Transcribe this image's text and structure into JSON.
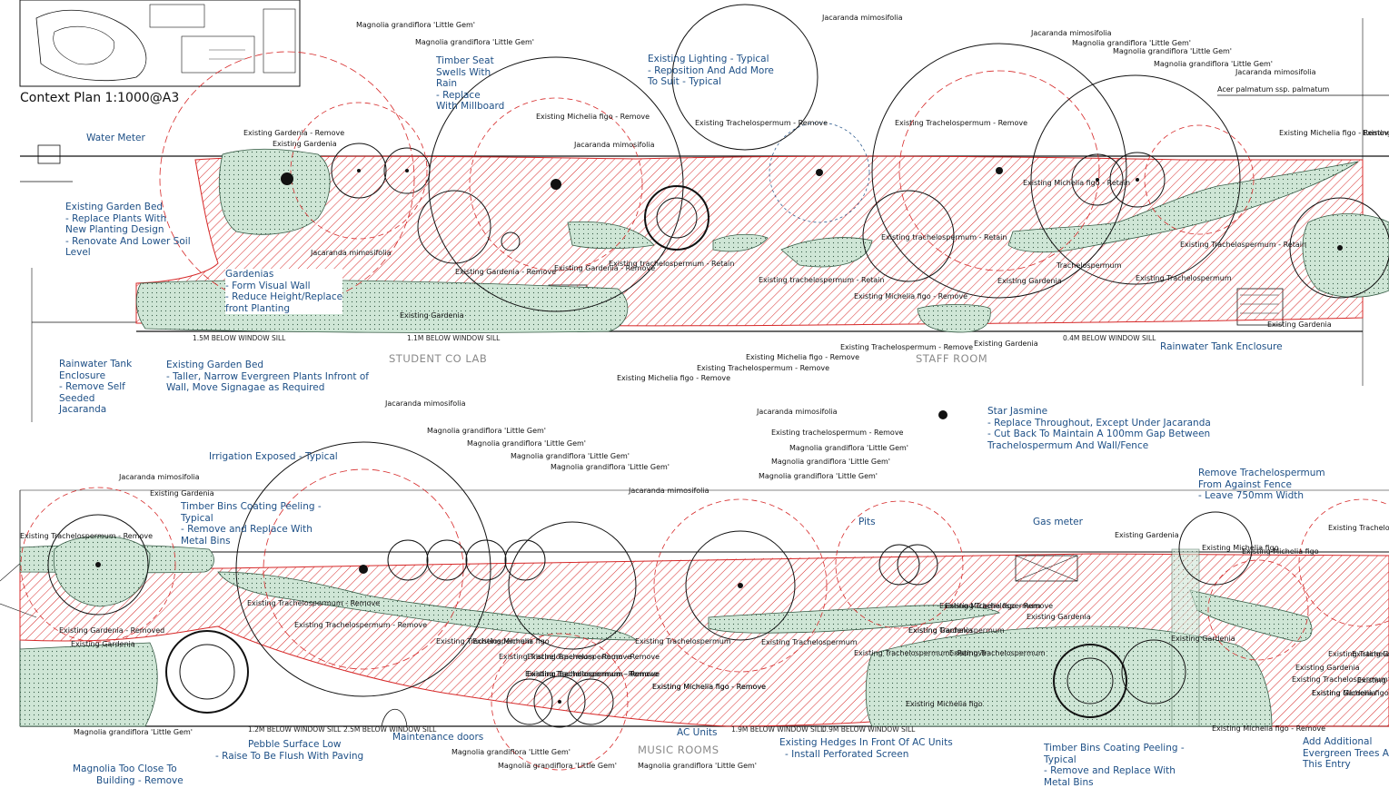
{
  "context_plan": {
    "title": "Context Plan 1:1000@A3"
  },
  "rooms": [
    "STUDENT CO LAB",
    "STAFF ROOM",
    "MUSIC ROOMS"
  ],
  "dimensions": [
    "1.5M BELOW WINDOW SILL",
    "1.1M BELOW WINDOW SILL",
    "0.4M BELOW WINDOW SILL",
    "1.2M BELOW WINDOW SILL",
    "2.5M BELOW WINDOW SILL",
    "1.9M BELOW WINDOW SILL",
    "0.9M BELOW WINDOW SILL"
  ],
  "notes": {
    "water_meter": [
      "Water Meter"
    ],
    "existing_garden_bed_1": [
      "Existing Garden Bed",
      "- Replace Plants With",
      "New Planting Design",
      "- Renovate And Lower Soil",
      "Level"
    ],
    "gardenias": [
      "Gardenias",
      "- Form Visual Wall",
      "- Reduce Height/Replace",
      "front Planting"
    ],
    "rainwater_tank_left": [
      "Rainwater Tank",
      "Enclosure",
      "- Remove Self",
      "Seeded",
      "Jacaranda"
    ],
    "existing_garden_bed_2": [
      "Existing Garden Bed",
      "- Taller, Narrow Evergreen Plants Infront of",
      "Wall, Move Signagae as Required"
    ],
    "timber_seat": [
      "Timber Seat",
      "Swells With",
      "Rain",
      "- Replace",
      "With Millboard"
    ],
    "existing_lighting": [
      "Existing Lighting - Typical",
      "- Reposition And Add More",
      "To Suit - Typical"
    ],
    "rainwater_tank_right": [
      "Rainwater Tank Enclosure"
    ],
    "star_jasmine": [
      "Star Jasmine",
      "- Replace Throughout, Except Under Jacaranda",
      "- Cut Back To Maintain A 100mm Gap Between",
      "Trachelospermum And Wall/Fence"
    ],
    "irrigation": [
      "Irrigation Exposed - Typical"
    ],
    "timber_bins_1": [
      "Timber Bins Coating Peeling -",
      "Typical",
      "- Remove and Replace With",
      "Metal Bins"
    ],
    "pits": [
      "Pits"
    ],
    "gas_meter": [
      "Gas meter"
    ],
    "remove_trachelospermum": [
      "Remove Trachelospermum",
      "From Against Fence",
      "- Leave 750mm Width"
    ],
    "magnolia_close": [
      "Magnolia Too Close To",
      "Building - Remove"
    ],
    "pebble": [
      "Pebble Surface Low",
      "- Raise To Be Flush With Paving"
    ],
    "maintenance": [
      "Maintenance doors"
    ],
    "ac_units": [
      "AC Units"
    ],
    "hedges": [
      "Existing Hedges In Front Of AC Units",
      "- Install Perforated Screen"
    ],
    "timber_bins_2": [
      "Timber Bins Coating Peeling -",
      "Typical",
      "- Remove and Replace With",
      "Metal Bins"
    ],
    "add_evergreen": [
      "Add Additional",
      "Evergreen Trees At",
      "This Entry"
    ]
  },
  "plant_labels": [
    "Magnolia grandiflora 'Little Gem'",
    "Magnolia grandiflora 'Little Gem'",
    "Jacaranda mimosifolia",
    "Jacaranda mimosifolia",
    "Magnolia grandiflora 'Little Gem'",
    "Magnolia grandiflora 'Little Gem'",
    "Magnolia grandiflora 'Little Gem'",
    "Jacaranda mimosifolia",
    "Acer palmatum ssp. palmatum",
    "Existing Gardenia - Remove",
    "Existing Gardenia",
    "Existing Michelia figo - Remove",
    "Existing Trachelospermum - Remove",
    "Existing Trachelospermum - Remove",
    "Existing Michelia figo - Remove",
    "Jacaranda mimosifolia",
    "Existing Michelia figo - Retain",
    "Existing trachelospermum - Retain",
    "Trachelospermum",
    "Existing Trachelospermum - Retain",
    "Existing Gardenia",
    "Existing Trachelospermum",
    "Existing Gardenia",
    "Jacaranda mimosifolia",
    "Existing Gardenia - Remove",
    "Existing Gardenia - Remove",
    "Existing trachelospermum - Retain",
    "Existing trachelospermum - Retain",
    "Existing Michelia figo - Remove",
    "Existing Gardenia",
    "Existing Trachelospermum - Remove",
    "Existing Michelia figo - Remove",
    "Existing Trachelospermum - Remove",
    "Existing Gardenia",
    "Existing Michelia figo - Remove",
    "Existing Gardenia",
    "Jacaranda mimosifolia",
    "Magnolia grandiflora 'Little Gem'",
    "Magnolia grandiflora 'Little Gem'",
    "Magnolia grandiflora 'Little Gem'",
    "Magnolia grandiflora 'Little Gem'",
    "Jacaranda mimosifolia",
    "Jacaranda mimosifolia",
    "Existing trachelospermum - Remove",
    "Magnolia grandiflora 'Little Gem'",
    "Magnolia grandiflora 'Little Gem'",
    "Magnolia grandiflora 'Little Gem'",
    "Jacaranda mimosifolia",
    "Existing Gardenia",
    "Existing Gardenia",
    "Existing Trachelospermum",
    "Existing Michelia figo",
    "Existing Gardenia",
    "Existing Trachelospermum - Remove",
    "Existing Trachelospermum - Remove",
    "Existing Trachelospermum - Remove",
    "Existing Gardenia - Removed",
    "Existing Gardenia",
    "Existing Trachelospermum - Remove",
    "Existing Trachelospermum",
    "Existing Trachelospermum - Remove",
    "Existing Trachelospermum - Remove",
    "Existing Michelia figo - Remove",
    "Existing Trachelospermum",
    "Existing Trachelospermum",
    "Existing Trachelospermum",
    "Existing Michelia figo",
    "Existing Trachelospermum",
    "Existing Gardenia",
    "Existing Gardenia",
    "Existing Gardenia",
    "Existing Trachelospermum",
    "Existing Trachelospermum - Remove",
    "Existing Trachelospermum - Remove",
    "Existing Michelia figo - Remove",
    "Existing Michelia figo - Remove",
    "Existing Michelia figo",
    "Existing Michelia figo",
    "Existing Gardenia",
    "Existing Trachelospermum",
    "Existing Trachelospermum",
    "Existing Michelia figo",
    "Existing Gardenia",
    "Existing Trachelospermum",
    "Magnolia grandiflora 'Little Gem'",
    "Magnolia grandiflora 'Little Gem'",
    "Magnolia grandiflora 'Little Gem'",
    "Magnolia grandiflora 'Little Gem'",
    "Existing Trachelospermum - Remove",
    "Existing Michelia figo - Remove"
  ],
  "colors": {
    "planting_fill": "#cfe6d6",
    "hatch_red": "#d62828",
    "note_blue": "#1d4f86",
    "line": "#111111"
  }
}
